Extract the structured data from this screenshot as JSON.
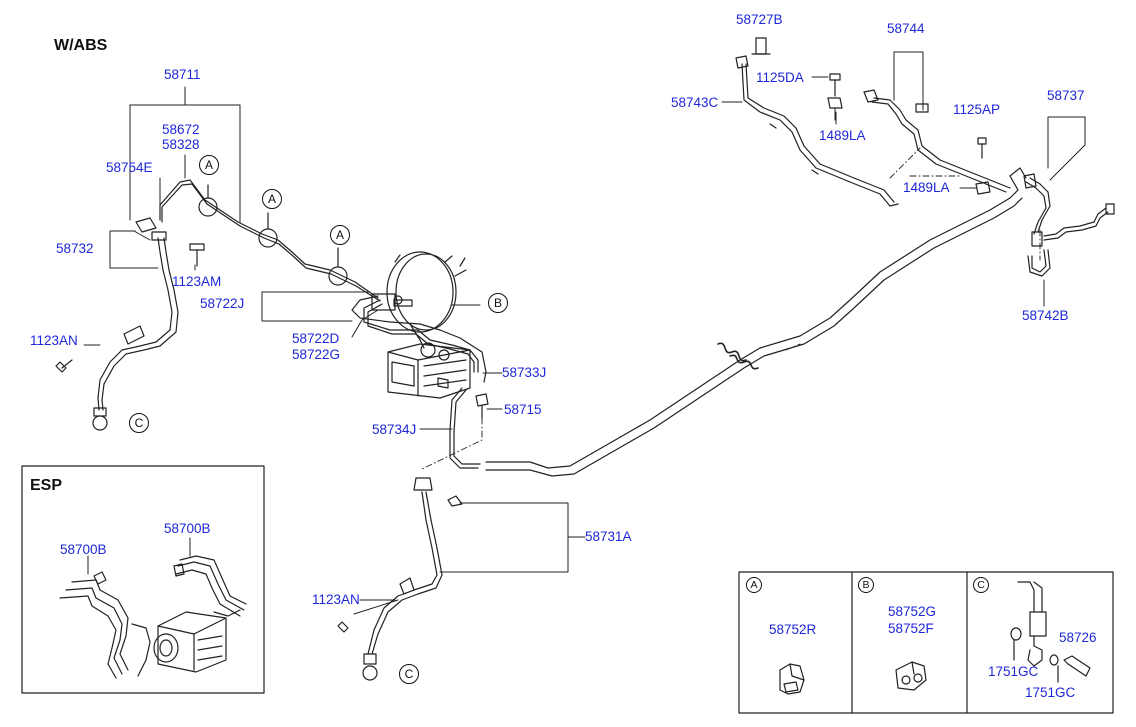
{
  "headers": {
    "wabs": "W/ABS",
    "esp": "ESP"
  },
  "labels": {
    "p58711": "58711",
    "p58672": "58672",
    "p58328": "58328",
    "p58754E": "58754E",
    "p58732": "58732",
    "p1123AM": "1123AM",
    "p58722J": "58722J",
    "p58722D": "58722D",
    "p58722G": "58722G",
    "p1123AN_top": "1123AN",
    "p58733J": "58733J",
    "p58715": "58715",
    "p58734J": "58734J",
    "p58731A": "58731A",
    "p1123AN_bottom": "1123AN",
    "p58700B_left": "58700B",
    "p58700B_right": "58700B",
    "p58727B": "58727B",
    "p58744": "58744",
    "p1125DA": "1125DA",
    "p58743C": "58743C",
    "p1489LA_top": "1489LA",
    "p1125AP": "1125AP",
    "p58737": "58737",
    "p1489LA_mid": "1489LA",
    "p58742B": "58742B",
    "p58752R": "58752R",
    "p58752G": "58752G",
    "p58752F": "58752F",
    "p58726": "58726",
    "p1751GC_a": "1751GC",
    "p1751GC_b": "1751GC"
  },
  "callouts": {
    "a": "A",
    "b": "B",
    "c": "C"
  },
  "detail_box": {
    "panel_a": "A",
    "panel_b": "B",
    "panel_c": "C"
  }
}
